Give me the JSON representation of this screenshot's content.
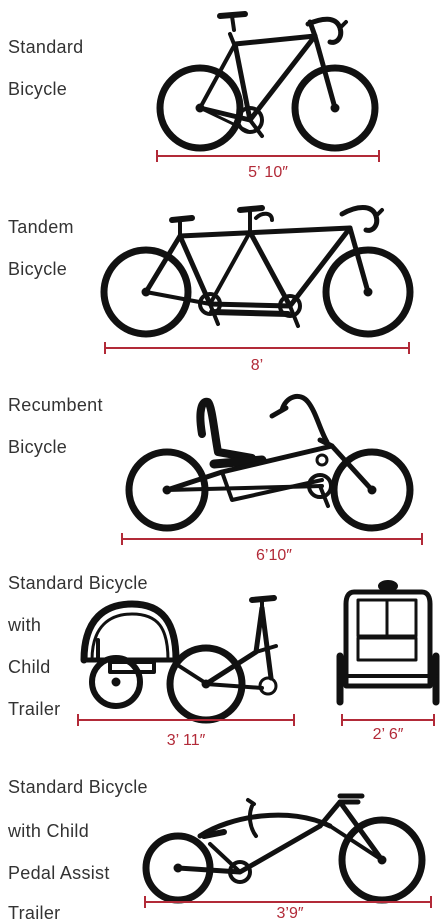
{
  "accent_color": "#b22a38",
  "ink_color": "#111111",
  "sections": [
    {
      "id": "standard",
      "label_lines": [
        "Standard",
        "Bicycle"
      ],
      "dimension": "5’ 10″",
      "icon": "standard-bicycle-icon"
    },
    {
      "id": "tandem",
      "label_lines": [
        "Tandem",
        "Bicycle"
      ],
      "dimension": "8’",
      "icon": "tandem-bicycle-icon"
    },
    {
      "id": "recumbent",
      "label_lines": [
        "Recumbent",
        "Bicycle"
      ],
      "dimension": "6’10″",
      "icon": "recumbent-bicycle-icon"
    },
    {
      "id": "child-trailer",
      "label_lines": [
        "Standard Bicycle",
        "with",
        "Child",
        "Trailer"
      ],
      "dimension": "3’ 11″",
      "secondary_dimension": "2’ 6″",
      "icon": "bicycle-with-child-trailer-icon",
      "secondary_icon": "child-trailer-rear-view-icon"
    },
    {
      "id": "pedal-assist",
      "label_lines": [
        "Standard Bicycle",
        "with Child",
        "Pedal Assist",
        "Trailer"
      ],
      "dimension": "3’9″",
      "icon": "bicycle-with-pedal-assist-trailer-icon"
    }
  ]
}
